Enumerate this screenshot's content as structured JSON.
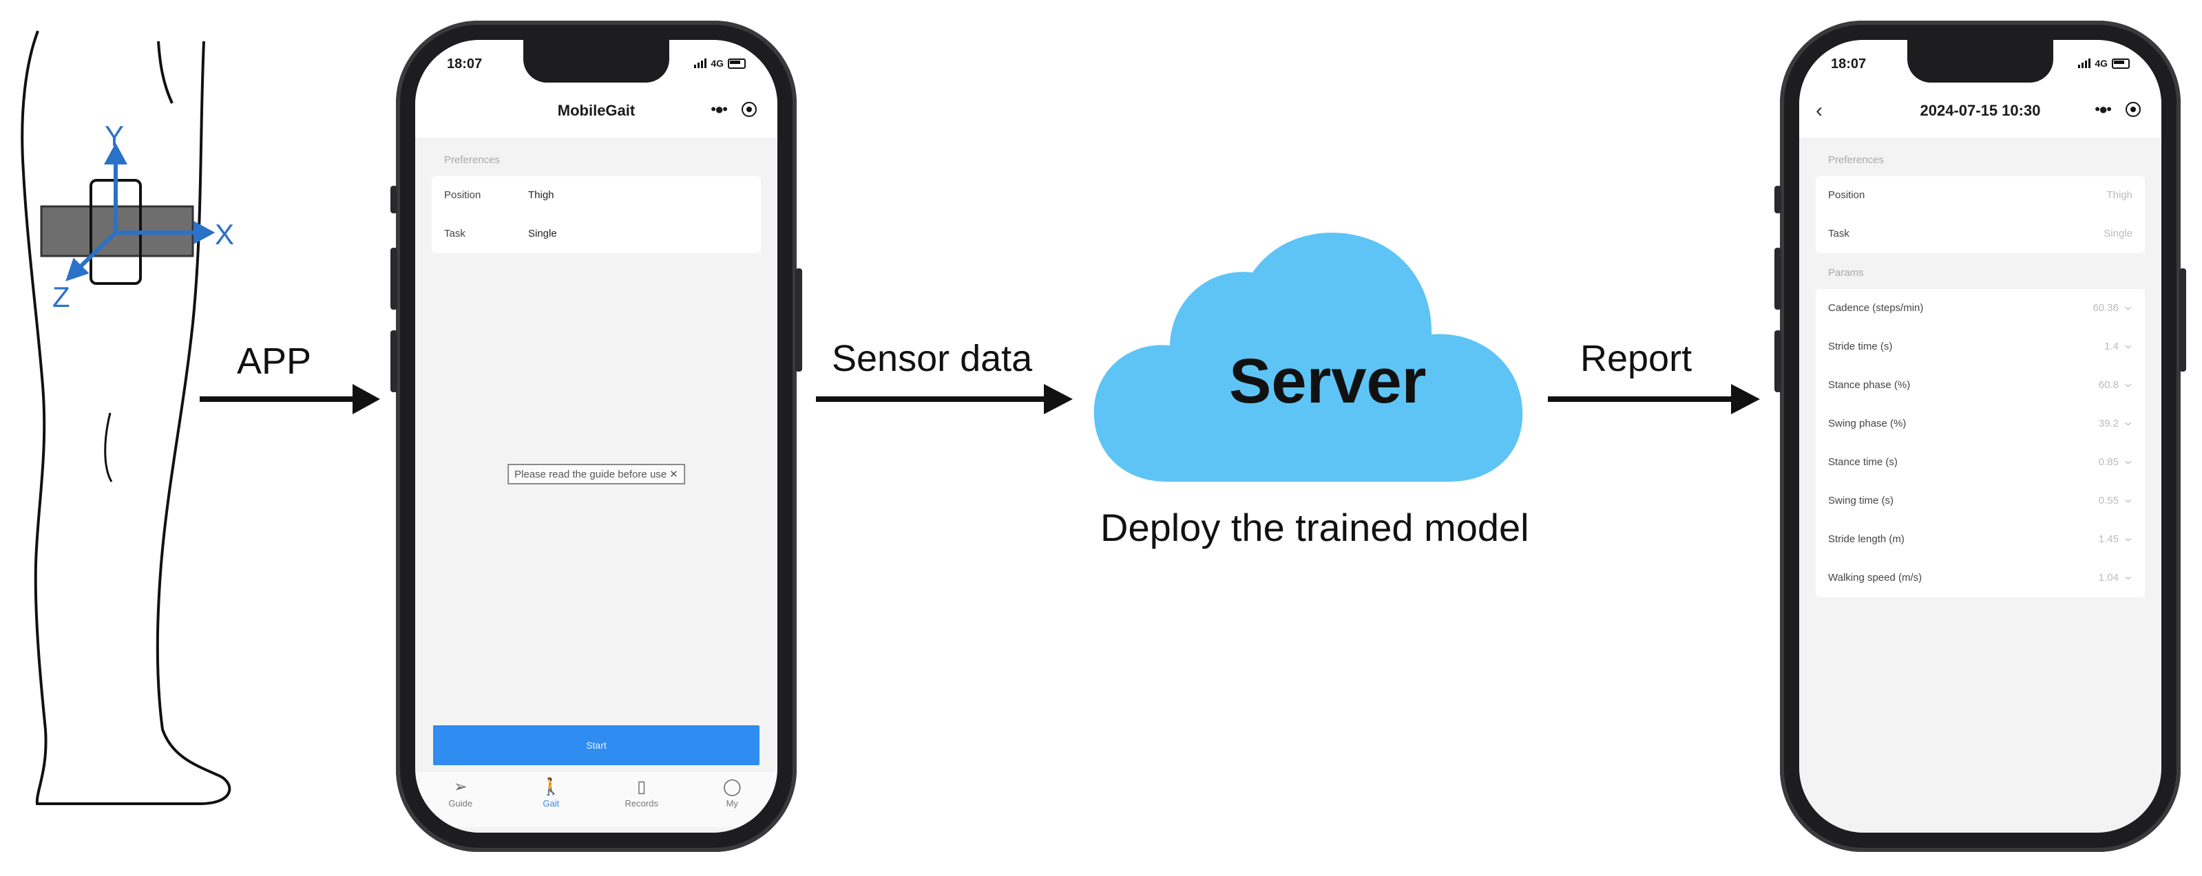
{
  "leg": {
    "axis_x": "X",
    "axis_y": "Y",
    "axis_z": "Z"
  },
  "arrows": {
    "app": "APP",
    "sensor_data": "Sensor data",
    "report": "Report"
  },
  "server": {
    "title": "Server",
    "subtitle": "Deploy the trained model",
    "cloud_color": "#5ec4f5"
  },
  "phone1": {
    "time": "18:07",
    "network": "4G",
    "title": "MobileGait",
    "preferences_header": "Preferences",
    "rows": [
      {
        "key": "Position",
        "value": "Thigh"
      },
      {
        "key": "Task",
        "value": "Single"
      }
    ],
    "guide_text": "Please read the guide before use ✕",
    "start_label": "Start",
    "tabs": [
      {
        "icon": "navigation-icon",
        "label": "Guide"
      },
      {
        "icon": "walk-icon",
        "label": "Gait"
      },
      {
        "icon": "records-icon",
        "label": "Records"
      },
      {
        "icon": "user-icon",
        "label": "My"
      }
    ],
    "active_tab": "Gait",
    "accent_color": "#2f8cf0"
  },
  "phone2": {
    "time": "18:07",
    "network": "4G",
    "title": "2024-07-15 10:30",
    "preferences_header": "Preferences",
    "pref_rows": [
      {
        "key": "Position",
        "value": "Thigh"
      },
      {
        "key": "Task",
        "value": "Single"
      }
    ],
    "params_header": "Params",
    "param_rows": [
      {
        "key": "Cadence (steps/min)",
        "value": "60.36"
      },
      {
        "key": "Stride time (s)",
        "value": "1.4"
      },
      {
        "key": "Stance phase (%)",
        "value": "60.8"
      },
      {
        "key": "Swing phase (%)",
        "value": "39.2"
      },
      {
        "key": "Stance time (s)",
        "value": "0.85"
      },
      {
        "key": "Swing time (s)",
        "value": "0.55"
      },
      {
        "key": "Stride length (m)",
        "value": "1.45"
      },
      {
        "key": "Walking speed (m/s)",
        "value": "1.04"
      }
    ]
  }
}
